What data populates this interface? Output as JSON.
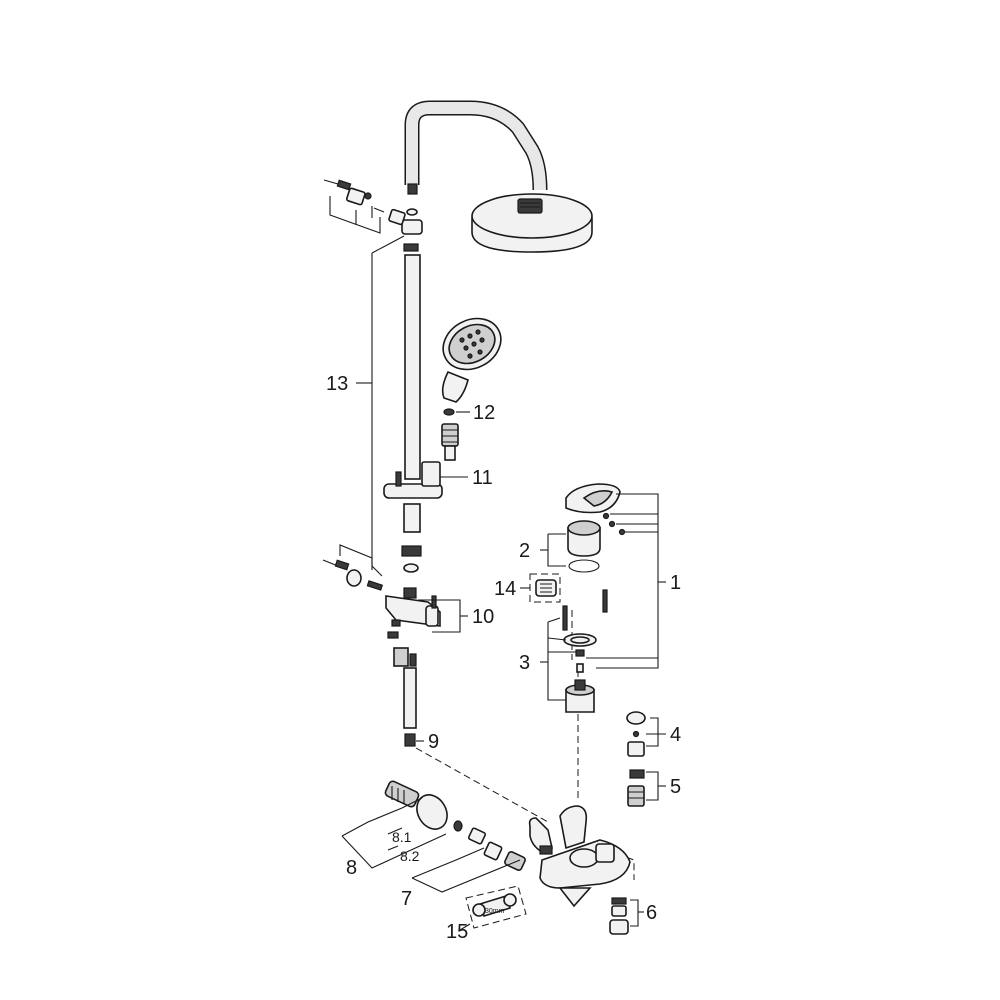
{
  "labels": {
    "l1": "1",
    "l2": "2",
    "l3": "3",
    "l4": "4",
    "l5": "5",
    "l6": "6",
    "l7": "7",
    "l8": "8",
    "l8_1": "8.1",
    "l8_2": "8.2",
    "l9": "9",
    "l10": "10",
    "l11": "11",
    "l12": "12",
    "l13": "13",
    "l14": "14",
    "l15": "15",
    "wrench_size": "30mm"
  }
}
